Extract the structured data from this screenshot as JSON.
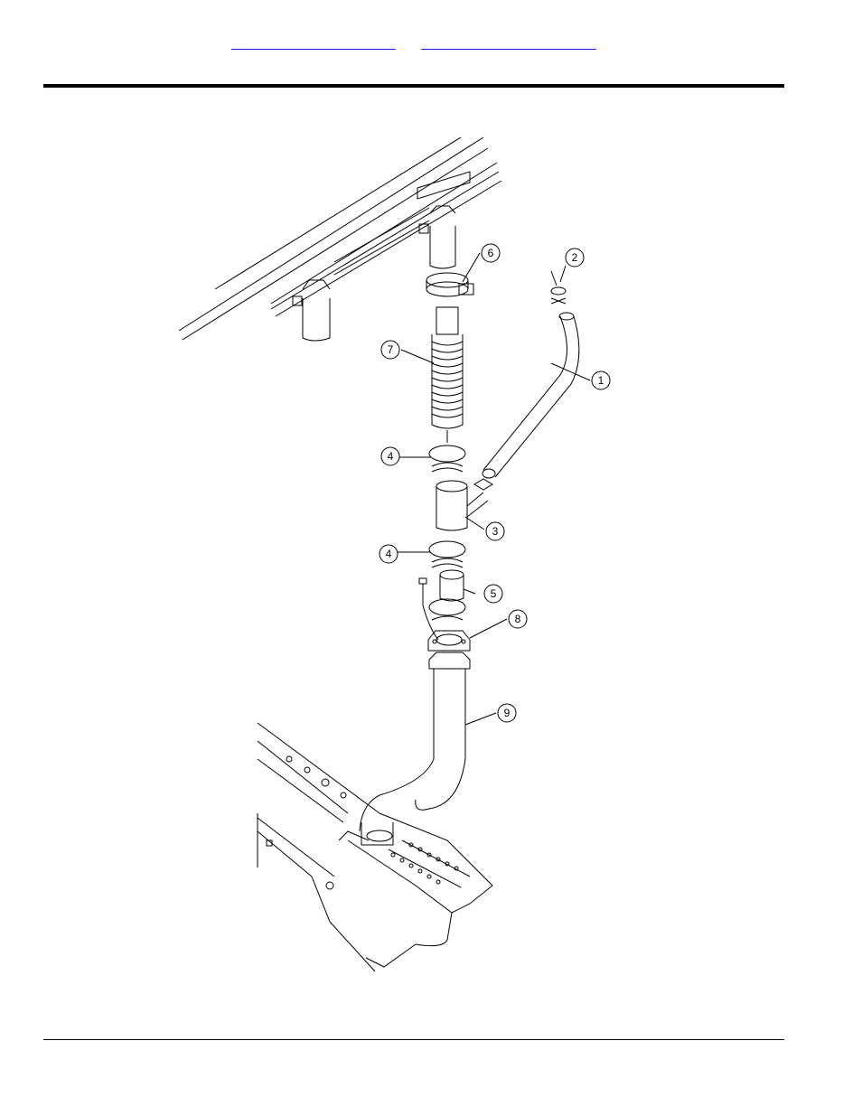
{
  "header": {
    "links": [
      {
        "label": ""
      },
      {
        "label": ""
      }
    ]
  },
  "diagram": {
    "callouts": [
      {
        "number": "1"
      },
      {
        "number": "2"
      },
      {
        "number": "3"
      },
      {
        "number": "4"
      },
      {
        "number": "4"
      },
      {
        "number": "5"
      },
      {
        "number": "6"
      },
      {
        "number": "7"
      },
      {
        "number": "8"
      },
      {
        "number": "9"
      }
    ]
  }
}
